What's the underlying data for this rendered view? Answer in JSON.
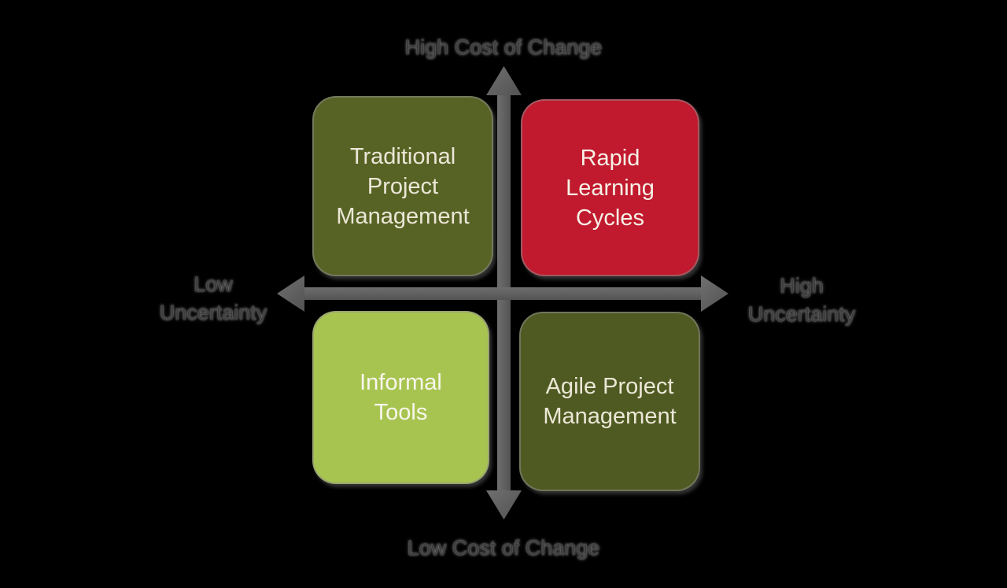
{
  "diagram": {
    "background": "#000000",
    "axis_color": "#5d5d5d",
    "axis_label_color": "#3e3e3e",
    "labels": {
      "top": "High Cost of Change",
      "bottom": "Low Cost of Change",
      "left": [
        "Low",
        "Uncertainty"
      ],
      "right": [
        "High",
        "Uncertainty"
      ]
    },
    "quadrants": [
      {
        "position": "top-left",
        "meaning": "low uncertainty / high cost of change",
        "lines": [
          "Traditional",
          "Project",
          "Management"
        ],
        "color": "#576325",
        "text_color": "#ece7d7"
      },
      {
        "position": "top-right",
        "meaning": "high uncertainty / high cost of change",
        "lines": [
          "Rapid",
          "Learning",
          "Cycles"
        ],
        "color": "#c11a2e",
        "text_color": "#f6f1e7"
      },
      {
        "position": "bottom-left",
        "meaning": "low uncertainty / low cost of change",
        "lines": [
          "Informal",
          "Tools"
        ],
        "color": "#a8c450",
        "text_color": "#f7f6ee"
      },
      {
        "position": "bottom-right",
        "meaning": "high uncertainty / low cost of change",
        "lines": [
          "Agile Project",
          "Management"
        ],
        "color": "#4e5a21",
        "text_color": "#ece7d7"
      }
    ]
  }
}
